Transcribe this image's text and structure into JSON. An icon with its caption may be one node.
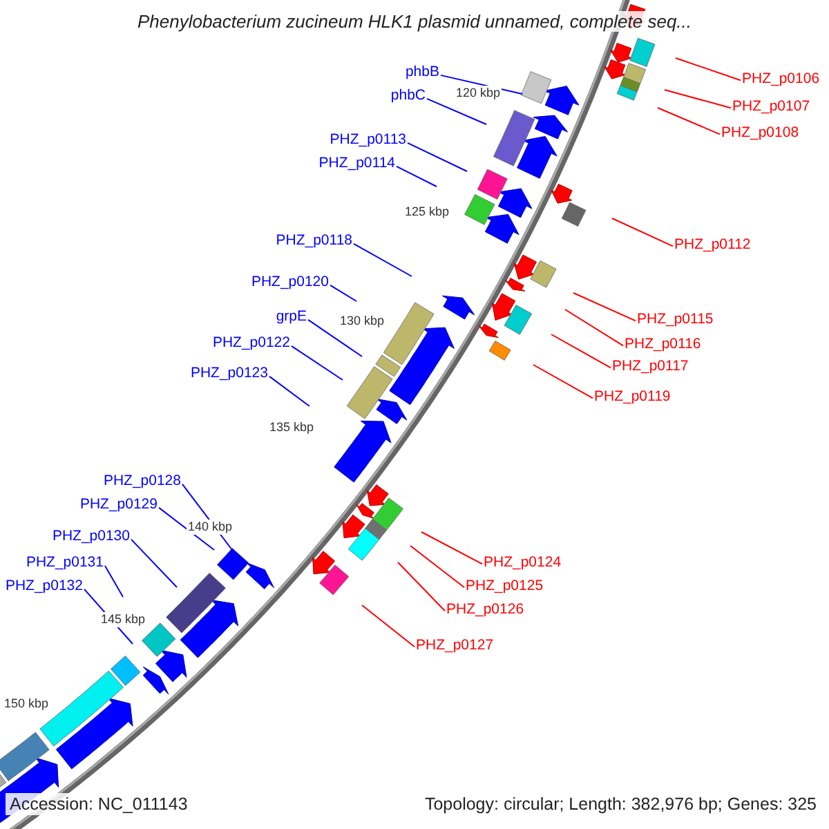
{
  "diagram": {
    "title": "Phenylobacterium zucineum HLK1 plasmid unnamed, complete seq...",
    "nodes": [
      {
        "text": [
          "phbB"
        ]
      },
      {
        "text": [
          "phbC"
        ]
      },
      {
        "text": [
          "PHZ_p0113"
        ]
      },
      {
        "text": [
          "PHZ_p0114"
        ]
      },
      {
        "text": [
          "PHZ_p0118"
        ]
      },
      {
        "text": [
          "PHZ_p0120"
        ]
      },
      {
        "text": [
          "grpE"
        ]
      },
      {
        "text": [
          "PHZ_p0122"
        ]
      },
      {
        "text": [
          "PHZ_p0123"
        ]
      },
      {
        "text": [
          "PHZ_p0128"
        ]
      },
      {
        "text": [
          "PHZ_p0129"
        ]
      },
      {
        "text": [
          "PHZ_p0130"
        ]
      },
      {
        "text": [
          "PHZ_p0131"
        ]
      },
      {
        "text": [
          "PHZ_p0132"
        ]
      },
      {
        "text": [
          "PHZ_p0106"
        ]
      },
      {
        "text": [
          "PHZ_p0107"
        ]
      },
      {
        "text": [
          "PHZ_p0108"
        ]
      },
      {
        "text": [
          "PHZ_p0112"
        ]
      },
      {
        "text": [
          "PHZ_p0115"
        ]
      },
      {
        "text": [
          "PHZ_p0116"
        ]
      },
      {
        "text": [
          "PHZ_p0117"
        ]
      },
      {
        "text": [
          "PHZ_p0119"
        ]
      },
      {
        "text": [
          "PHZ_p0124"
        ]
      },
      {
        "text": [
          "PHZ_p0125"
        ]
      },
      {
        "text": [
          "PHZ_p0126"
        ]
      },
      {
        "text": [
          "PHZ_p0127"
        ]
      }
    ],
    "edges": [
      {
        "from": 0,
        "to": null,
        "arrow": "none"
      },
      {
        "from": 1,
        "to": null,
        "arrow": "none"
      },
      {
        "from": 2,
        "to": null,
        "arrow": "none"
      },
      {
        "from": 3,
        "to": null,
        "arrow": "none"
      },
      {
        "from": 4,
        "to": null,
        "arrow": "none"
      },
      {
        "from": 5,
        "to": null,
        "arrow": "none"
      },
      {
        "from": 6,
        "to": null,
        "arrow": "none"
      },
      {
        "from": 7,
        "to": null,
        "arrow": "none"
      },
      {
        "from": 8,
        "to": null,
        "arrow": "none"
      },
      {
        "from": 9,
        "to": null,
        "arrow": "none"
      },
      {
        "from": 10,
        "to": null,
        "arrow": "none"
      },
      {
        "from": 11,
        "to": null,
        "arrow": "none"
      },
      {
        "from": 12,
        "to": null,
        "arrow": "none"
      },
      {
        "from": 13,
        "to": null,
        "arrow": "none"
      },
      {
        "from": 14,
        "to": null,
        "arrow": "none",
        "color": "#ff0000"
      },
      {
        "from": 15,
        "to": null,
        "arrow": "none",
        "color": "#ff0000"
      },
      {
        "from": 16,
        "to": null,
        "arrow": "none",
        "color": "#ff0000"
      },
      {
        "from": 17,
        "to": null,
        "arrow": "none",
        "color": "#ff0000"
      },
      {
        "from": 18,
        "to": null,
        "arrow": "none",
        "color": "#ff0000"
      },
      {
        "from": 19,
        "to": null,
        "arrow": "none",
        "color": "#ff0000"
      },
      {
        "from": 20,
        "to": null,
        "arrow": "none",
        "color": "#ff0000"
      },
      {
        "from": 21,
        "to": null,
        "arrow": "none",
        "color": "#ff0000"
      },
      {
        "from": 22,
        "to": null,
        "arrow": "none",
        "color": "#ff0000"
      },
      {
        "from": 23,
        "to": null,
        "arrow": "none",
        "color": "#ff0000"
      },
      {
        "from": 24,
        "to": null,
        "arrow": "none",
        "color": "#ff0000"
      },
      {
        "from": 25,
        "to": null,
        "arrow": "none",
        "color": "#ff0000"
      }
    ],
    "labels": [
      "120 kbp",
      "125 kbp",
      "130 kbp",
      "135 kbp",
      "140 kbp",
      "145 kbp",
      "150 kbp",
      "Accession: NC_011143",
      "Topology: circular; Length: 382,976 bp; Genes: 325"
    ]
  }
}
